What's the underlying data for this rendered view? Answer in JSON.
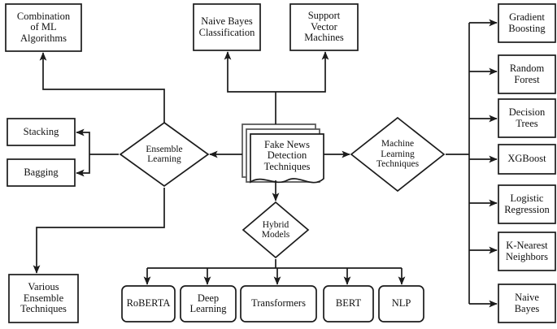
{
  "diagram": {
    "title": "Fake News Detection Techniques",
    "type": "flowchart",
    "stroke_color": "#1b1b1b",
    "fill_color": "#ffffff",
    "background": "#ffffff",
    "nodes": {
      "center": {
        "label": "Fake News\nDetection\nTechniques",
        "shape": "multi-document"
      },
      "ensemble_learning": {
        "label": "Ensemble\nLearning",
        "shape": "diamond"
      },
      "machine_learning": {
        "label": "Machine\nLearning\nTechniques",
        "shape": "diamond"
      },
      "hybrid_models": {
        "label": "Hybrid\nModels",
        "shape": "diamond"
      },
      "combination_ml": {
        "label": "Combination\nof ML\nAlgorithms",
        "shape": "rect"
      },
      "naive_bayes_classification": {
        "label": "Naive Bayes\nClassification",
        "shape": "rect"
      },
      "support_vector_machines": {
        "label": "Support\nVector\nMachines",
        "shape": "rect"
      },
      "stacking": {
        "label": "Stacking",
        "shape": "rect"
      },
      "bagging": {
        "label": "Bagging",
        "shape": "rect"
      },
      "various_ensemble": {
        "label": "Various\nEnsemble\nTechniques",
        "shape": "rect"
      },
      "gradient_boosting": {
        "label": "Gradient\nBoosting",
        "shape": "rect"
      },
      "random_forest": {
        "label": "Random\nForest",
        "shape": "rect"
      },
      "decision_trees": {
        "label": "Decision\nTrees",
        "shape": "rect"
      },
      "xgboost": {
        "label": "XGBoost",
        "shape": "rect"
      },
      "logistic_regression": {
        "label": "Logistic\nRegression",
        "shape": "rect"
      },
      "knn": {
        "label": "K-Nearest\nNeighbors",
        "shape": "rect"
      },
      "naive_bayes": {
        "label": "Naive\nBayes",
        "shape": "rect"
      },
      "roberta": {
        "label": "RoBERTA",
        "shape": "rounded-rect"
      },
      "deep_learning": {
        "label": "Deep\nLearning",
        "shape": "rounded-rect"
      },
      "transformers": {
        "label": "Transformers",
        "shape": "rounded-rect"
      },
      "bert": {
        "label": "BERT",
        "shape": "rounded-rect"
      },
      "nlp": {
        "label": "NLP",
        "shape": "rounded-rect"
      }
    },
    "edges": [
      {
        "from": "center",
        "to": "naive_bayes_classification"
      },
      {
        "from": "center",
        "to": "support_vector_machines"
      },
      {
        "from": "center",
        "to": "ensemble_learning"
      },
      {
        "from": "center",
        "to": "machine_learning"
      },
      {
        "from": "center",
        "to": "hybrid_models"
      },
      {
        "from": "ensemble_learning",
        "to": "combination_ml"
      },
      {
        "from": "ensemble_learning",
        "to": "stacking"
      },
      {
        "from": "ensemble_learning",
        "to": "bagging"
      },
      {
        "from": "ensemble_learning",
        "to": "various_ensemble"
      },
      {
        "from": "machine_learning",
        "to": "gradient_boosting"
      },
      {
        "from": "machine_learning",
        "to": "random_forest"
      },
      {
        "from": "machine_learning",
        "to": "decision_trees"
      },
      {
        "from": "machine_learning",
        "to": "xgboost"
      },
      {
        "from": "machine_learning",
        "to": "logistic_regression"
      },
      {
        "from": "machine_learning",
        "to": "knn"
      },
      {
        "from": "machine_learning",
        "to": "naive_bayes"
      },
      {
        "from": "hybrid_models",
        "to": "roberta"
      },
      {
        "from": "hybrid_models",
        "to": "deep_learning"
      },
      {
        "from": "hybrid_models",
        "to": "transformers"
      },
      {
        "from": "hybrid_models",
        "to": "bert"
      },
      {
        "from": "hybrid_models",
        "to": "nlp"
      }
    ]
  }
}
